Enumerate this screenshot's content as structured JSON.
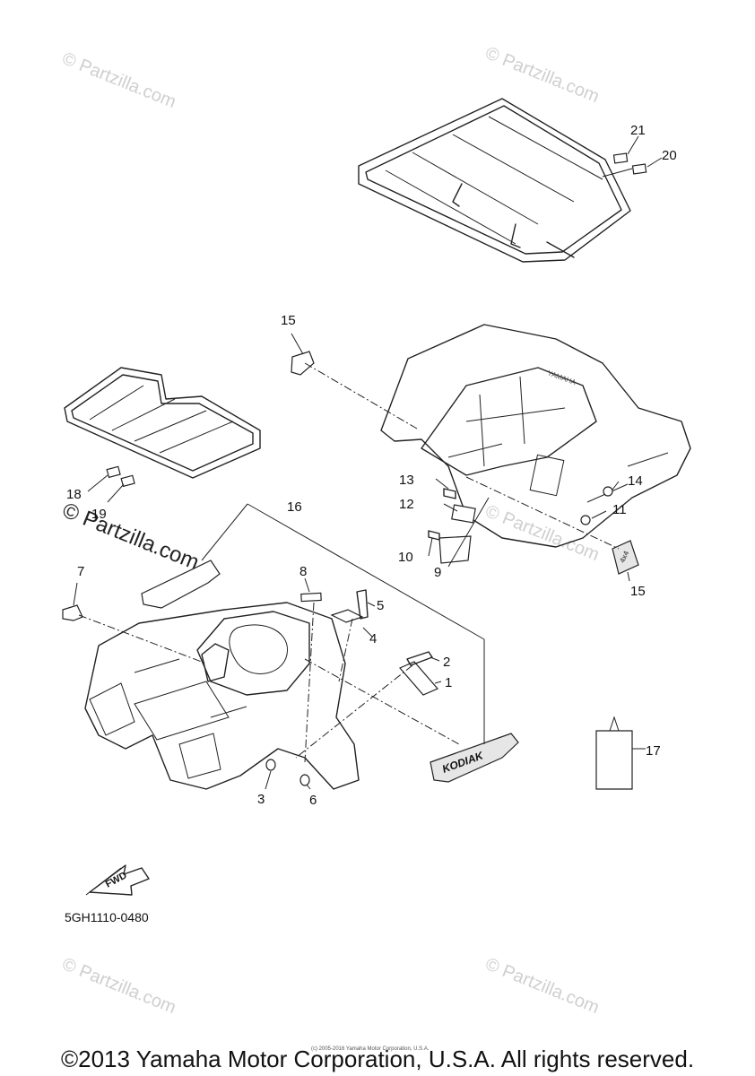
{
  "watermark": {
    "text": "© Partzilla.com",
    "copies": [
      "© Partzilla.com",
      "© Partzilla.com",
      "© Partzilla.com",
      "© Partzilla.com",
      "© Partzilla.com",
      "© Partzilla.com"
    ]
  },
  "callouts": [
    {
      "num": "1"
    },
    {
      "num": "2"
    },
    {
      "num": "3"
    },
    {
      "num": "4"
    },
    {
      "num": "5"
    },
    {
      "num": "6"
    },
    {
      "num": "7"
    },
    {
      "num": "8"
    },
    {
      "num": "9"
    },
    {
      "num": "10"
    },
    {
      "num": "11"
    },
    {
      "num": "12"
    },
    {
      "num": "13"
    },
    {
      "num": "14"
    },
    {
      "num": "15"
    },
    {
      "num": "15"
    },
    {
      "num": "16"
    },
    {
      "num": "17"
    },
    {
      "num": "18"
    },
    {
      "num": "19"
    },
    {
      "num": "20"
    },
    {
      "num": "21"
    }
  ],
  "decal_texts": {
    "kodiak": "KODIAK",
    "fwd": "FWD",
    "yamaha": "YAMAHA",
    "emblem": "4x4"
  },
  "diagram_code": "5GH1110-0480",
  "copyright": "©2013 Yamaha Motor Corporation, U.S.A. All rights reserved.",
  "small_copyright": "(c) 2005-2016 Yamaha Motor Corporation, U.S.A."
}
